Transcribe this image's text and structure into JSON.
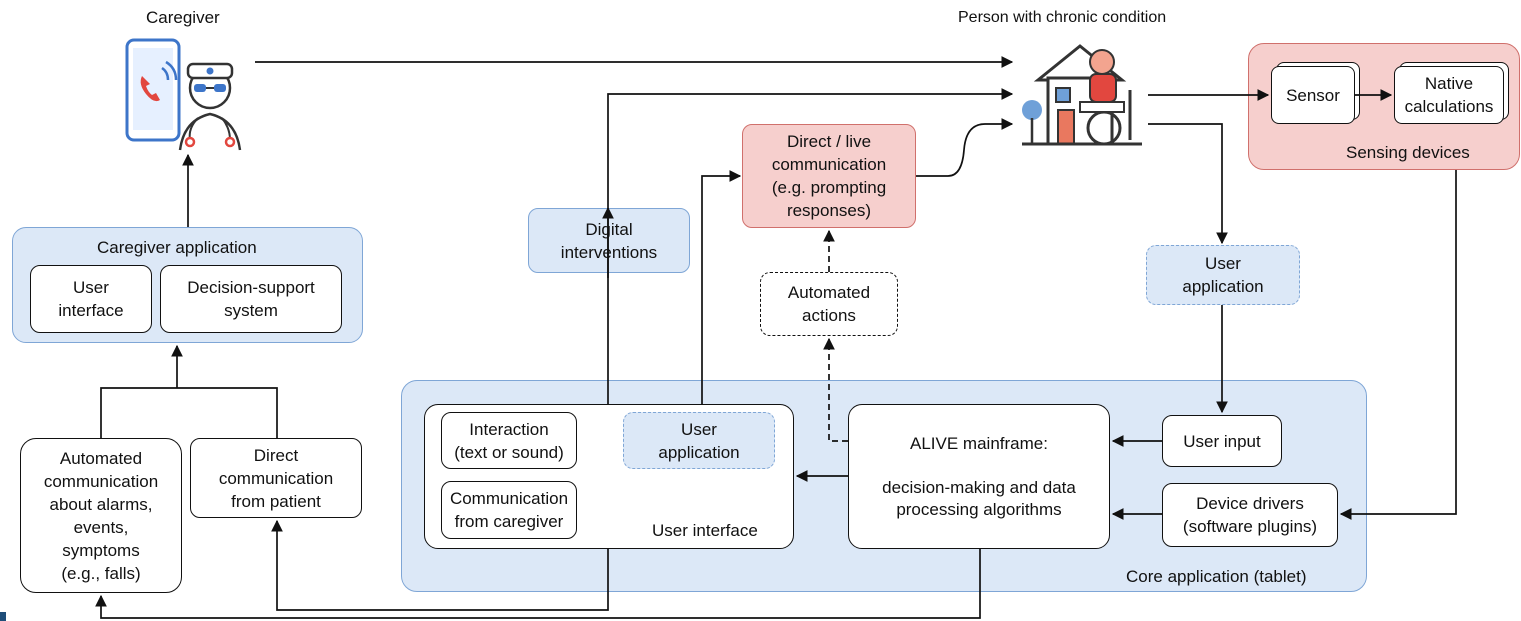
{
  "actors": {
    "caregiver": "Caregiver",
    "person": "Person with chronic condition"
  },
  "caregiver_application": {
    "title": "Caregiver application",
    "user_interface": "User\ninterface",
    "decision_support": "Decision-support\nsystem"
  },
  "left_boxes": {
    "automated_communication": "Automated\ncommunication\nabout alarms,\nevents,\nsymptoms\n(e.g., falls)",
    "direct_from_patient": "Direct\ncommunication\nfrom patient"
  },
  "middle": {
    "digital_interventions": "Digital\ninterventions",
    "direct_live": "Direct / live\ncommunication\n(e.g. prompting\nresponses)",
    "automated_actions": "Automated\nactions"
  },
  "sensing": {
    "title": "Sensing devices",
    "sensor": "Sensor",
    "native": "Native\ncalculations"
  },
  "user_application_top": "User\napplication",
  "core": {
    "title": "Core application (tablet)",
    "user_interface_title": "User interface",
    "interaction": "Interaction\n(text or sound)",
    "user_application": "User\napplication",
    "communication": "Communication\nfrom caregiver",
    "mainframe": "ALIVE mainframe:\n\ndecision-making and data\nprocessing algorithms",
    "user_input": "User input",
    "device_drivers": "Device drivers\n(software plugins)"
  },
  "colors": {
    "blue_fill": "#dce8f7",
    "blue_border": "#7fa6d6",
    "red_fill": "#f6cfcd",
    "red_border": "#d0706c"
  },
  "icons": [
    "caregiver-doctor-phone-icon",
    "person-in-wheelchair-house-icon"
  ]
}
